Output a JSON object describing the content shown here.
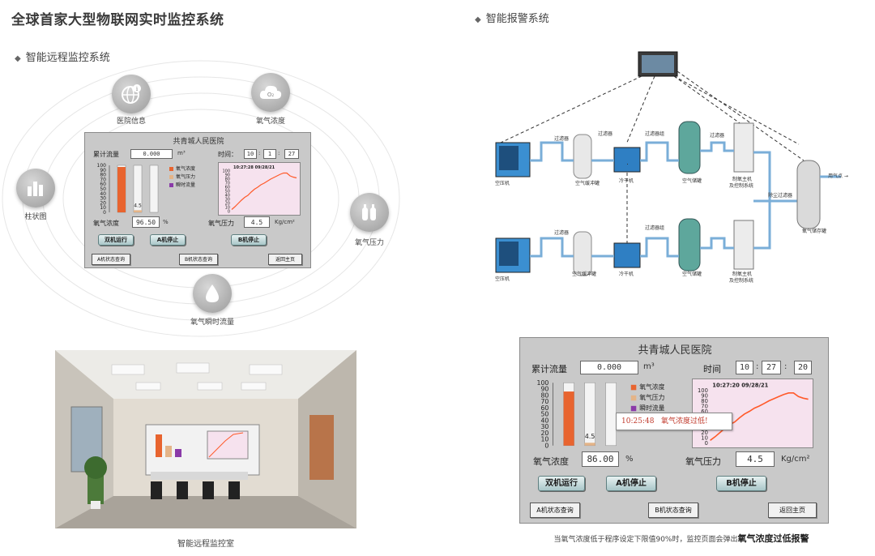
{
  "page": {
    "main_title": "全球首家大型物联网实时监控系统",
    "section_remote": "智能远程监控系统",
    "section_alarm": "智能报警系统"
  },
  "orbit": {
    "hospital_info": "医院信息",
    "oxygen_concentration": "氧气浓度",
    "bar_chart": "柱状图",
    "oxygen_pressure": "氧气压力",
    "oxygen_flow": "氧气瞬时流量",
    "o2_symbol": "O₂"
  },
  "hmi_small": {
    "title": "共青城人民医院",
    "cumulative_label": "累计流量",
    "cumulative_value": "0.000",
    "cumulative_unit": "m³",
    "time_label": "时间：",
    "time_h": "10",
    "time_m": "1",
    "time_s": "27",
    "conc_label": "氧气浓度",
    "conc_value": "96.50",
    "conc_unit": "%",
    "pressure_label": "氧气压力",
    "pressure_value": "4.5",
    "pressure_unit": "Kg/cm²",
    "btn_dual": "双机运行",
    "btn_a_stop": "A机停止",
    "btn_b_stop": "B机停止",
    "btn_a_status": "A机状态查询",
    "btn_b_status": "B机状态查询",
    "btn_home": "返回主页",
    "legend": [
      "氧气浓度",
      "氧气压力",
      "瞬时流量"
    ],
    "bar_value_label": "4.5",
    "plot_stamp": "10:27:28  09/28/21"
  },
  "hmi_large": {
    "title": "共青城人民医院",
    "cumulative_label": "累计流量",
    "cumulative_value": "0.000",
    "cumulative_unit": "m³",
    "time_label": "时间",
    "time_h": "10",
    "time_m": "27",
    "time_s": "20",
    "conc_label": "氧气浓度",
    "conc_value": "86.00",
    "conc_unit": "%",
    "pressure_label": "氧气压力",
    "pressure_value": "4.5",
    "pressure_unit": "Kg/cm²",
    "btn_dual": "双机运行",
    "btn_a_stop": "A机停止",
    "btn_b_stop": "B机停止",
    "btn_a_status": "A机状态查询",
    "btn_b_status": "B机状态查询",
    "btn_home": "返回主页",
    "legend": [
      "氧气浓度",
      "氧气压力",
      "瞬时流量"
    ],
    "bar_value_label": "4.5",
    "plot_stamp": "10:27:20  09/28/21",
    "alarm_time": "10:25:48",
    "alarm_text": "氧气浓度过低!"
  },
  "diagram": {
    "air_compressor": "空压机",
    "air_buffer": "空气缓冲罐",
    "dryer": "冷干机",
    "air_tank": "空气储罐",
    "oxygen_host": "制氧主机",
    "oxygen_host2": "及控制系统",
    "filter": "过滤器",
    "filter_group": "过滤器组",
    "sterile_filter": "除尘过滤器",
    "oxygen_tank": "氧气储存罐",
    "to_use": "用气点 →"
  },
  "captions": {
    "control_room": "智能远程监控室",
    "alarm_note_1": "当氧气浓度低于程序设定下限值90%时，监控页面会弹出",
    "alarm_note_2": "氧气浓度过低报警"
  },
  "chart_data": [
    {
      "type": "bar",
      "categories": [
        "氧气浓度",
        "氧气压力",
        "瞬时流量"
      ],
      "values": [
        96.5,
        4.5,
        0
      ],
      "ylim": [
        0,
        100
      ],
      "ticks": [
        0,
        10,
        20,
        30,
        40,
        50,
        60,
        70,
        80,
        90,
        100
      ],
      "colors": [
        "#e8642f",
        "#e4b488",
        "#8a3aa8"
      ]
    },
    {
      "type": "bar",
      "categories": [
        "氧气浓度",
        "氧气压力",
        "瞬时流量"
      ],
      "values": [
        86,
        4.5,
        0
      ],
      "ylim": [
        0,
        100
      ],
      "ticks": [
        0,
        10,
        20,
        30,
        40,
        50,
        60,
        70,
        80,
        90,
        100
      ],
      "colors": [
        "#e8642f",
        "#e4b488",
        "#8a3aa8"
      ]
    },
    {
      "type": "line",
      "ylim": [
        0,
        100
      ],
      "ticks": [
        0,
        10,
        20,
        30,
        40,
        50,
        60,
        70,
        80,
        90,
        100
      ],
      "x": [
        0,
        1,
        2,
        3,
        4,
        5,
        6,
        7,
        8,
        9,
        10,
        11,
        12,
        13,
        14,
        15,
        16,
        17,
        18,
        19,
        20
      ],
      "y": [
        5,
        12,
        20,
        28,
        35,
        40,
        48,
        55,
        60,
        66,
        70,
        75,
        80,
        84,
        88,
        92,
        95,
        95,
        88,
        85,
        83
      ],
      "color": "#ff5a2a"
    }
  ],
  "colors": {
    "hmi_bg": "#c9c9c9",
    "plot_bg": "#f6e2ee",
    "line": "#ff5a2a"
  }
}
